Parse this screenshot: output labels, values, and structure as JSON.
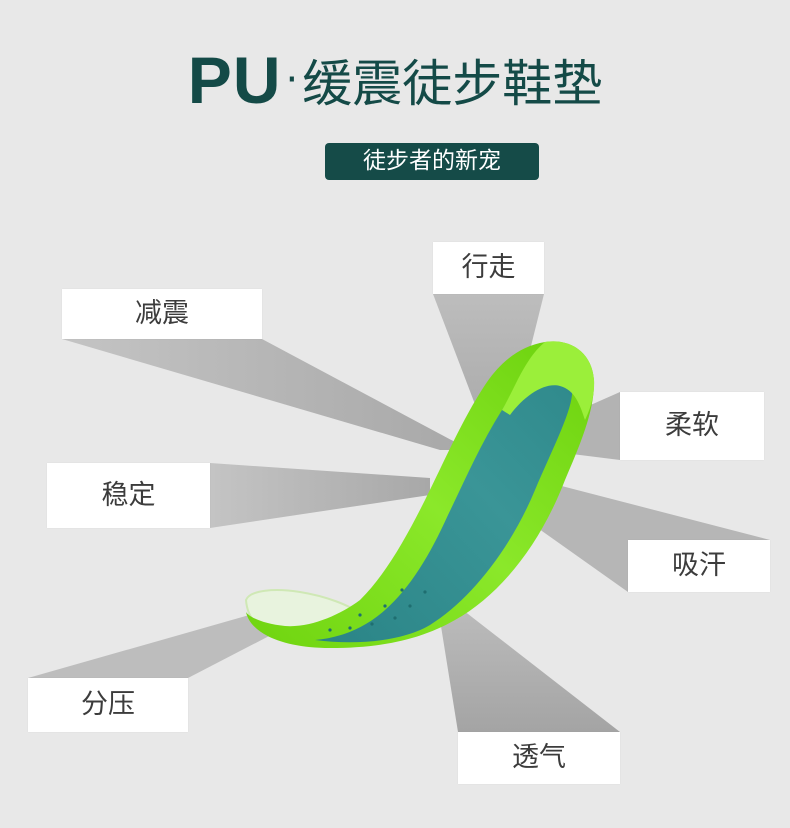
{
  "title": {
    "brand": "PU",
    "separator": "·",
    "product": "缓震徒步鞋垫"
  },
  "subtitle": "徒步者的新宠",
  "features": {
    "walking": "行走",
    "shock": "减震",
    "soft": "柔软",
    "stable": "稳定",
    "sweat": "吸汗",
    "pressure": "分压",
    "breathable": "透气"
  },
  "colors": {
    "background": "#e8e8e8",
    "title": "#144a47",
    "badge": "#154b48",
    "insole_green": "#7ee11c",
    "insole_teal": "#2e8a8c",
    "rays": "#b8b8b8"
  }
}
